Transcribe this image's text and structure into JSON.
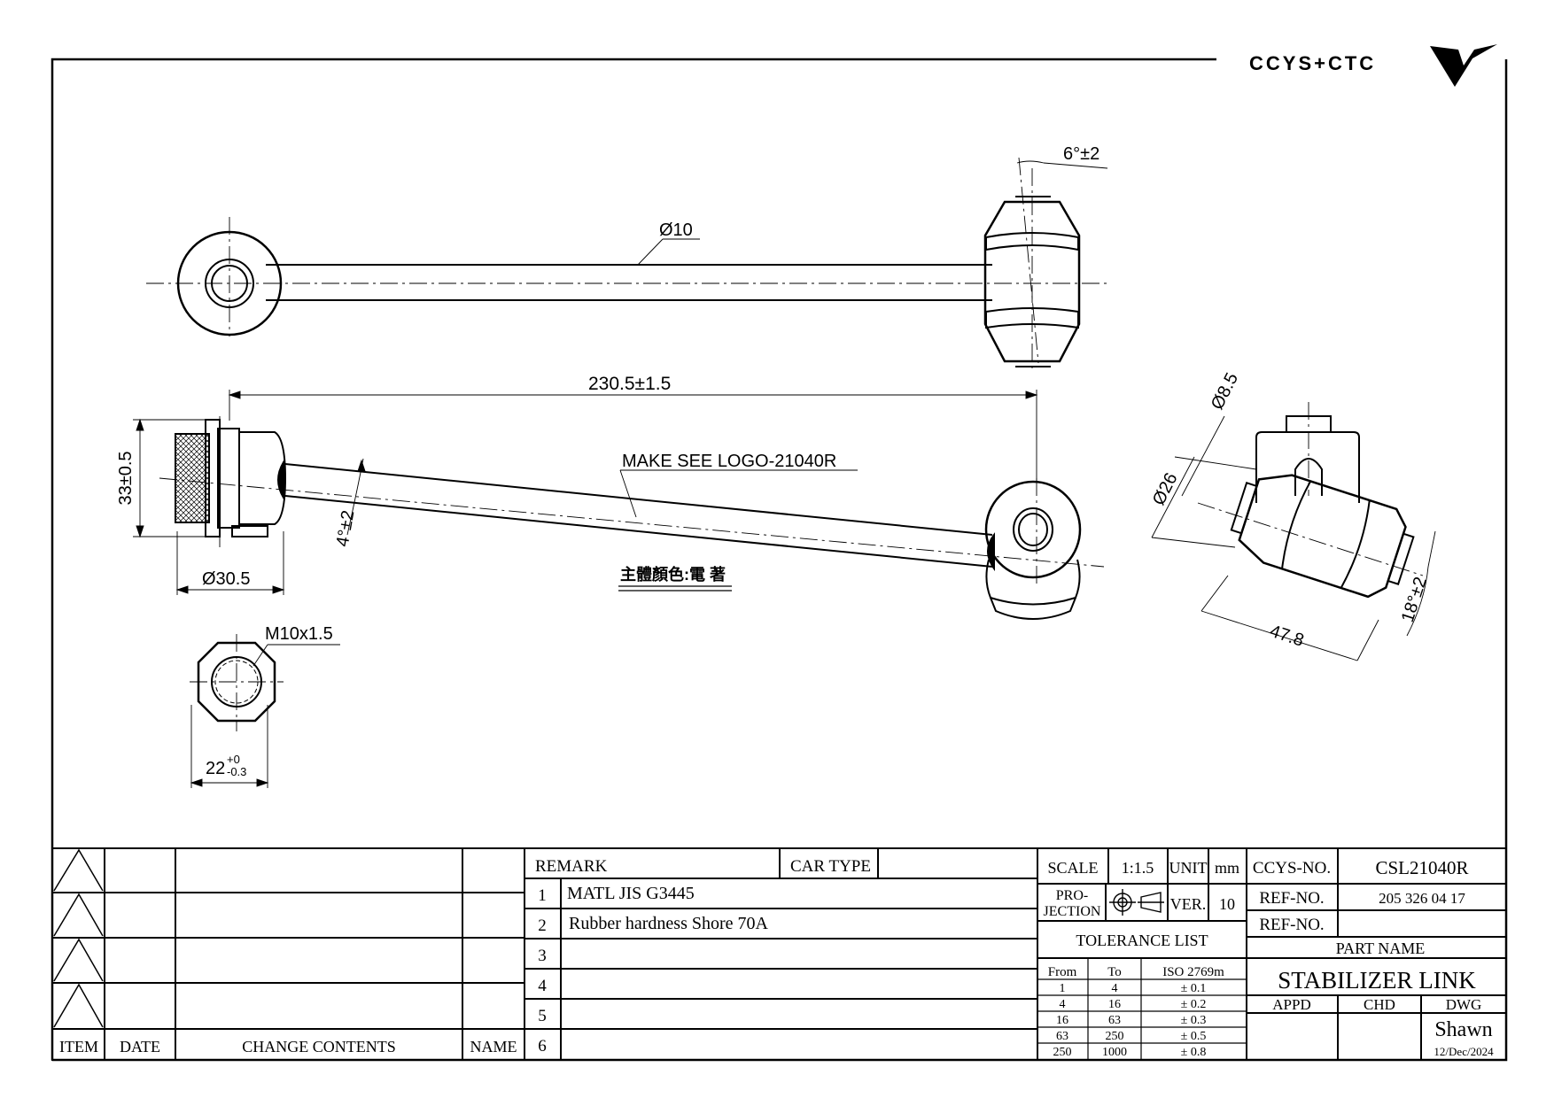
{
  "logo": {
    "text": "CCYS+CTC"
  },
  "views": {
    "top": {
      "rod_diameter": "Ø10",
      "angle": "6°±2"
    },
    "side": {
      "overall_length": "230.5±1.5",
      "marking_note": "MAKE SEE LOGO-21040R",
      "bushing_height": "33±0.5",
      "angle": "4°±2",
      "bushing_diameter": "Ø30.5",
      "color_note": "主體顏色:電 著"
    },
    "nut": {
      "thread": "M10x1.5",
      "across_flats": "22",
      "tol_upper": "+0",
      "tol_lower": "-0.3"
    },
    "detail": {
      "hole_diameter": "Ø8.5",
      "body_diameter": "Ø26",
      "length": "47.8",
      "angle": "18°±2"
    }
  },
  "revision_block": {
    "headers": {
      "item": "ITEM",
      "date": "DATE",
      "change": "CHANGE CONTENTS",
      "name": "NAME"
    },
    "rows": 4
  },
  "remarks": {
    "header": "REMARK",
    "car_type_label": "CAR TYPE",
    "car_type_value": "",
    "items": [
      {
        "no": "1",
        "text": "MATL JIS G3445"
      },
      {
        "no": "2",
        "text": "Rubber hardness Shore 70A"
      },
      {
        "no": "3",
        "text": ""
      },
      {
        "no": "4",
        "text": ""
      },
      {
        "no": "5",
        "text": ""
      },
      {
        "no": "6",
        "text": ""
      }
    ]
  },
  "title_block": {
    "scale_label": "SCALE",
    "scale_value": "1:1.5",
    "unit_label": "UNIT",
    "unit_value": "mm",
    "projection_label_1": "PRO-",
    "projection_label_2": "JECTION",
    "ver_label": "VER.",
    "ver_value": "10",
    "tolerance_title": "TOLERANCE LIST",
    "tolerance_headers": [
      "From",
      "To",
      "ISO 2769m"
    ],
    "tolerance_rows": [
      [
        "1",
        "4",
        "± 0.1"
      ],
      [
        "4",
        "16",
        "± 0.2"
      ],
      [
        "16",
        "63",
        "± 0.3"
      ],
      [
        "63",
        "250",
        "± 0.5"
      ],
      [
        "250",
        "1000",
        "± 0.8"
      ]
    ],
    "ccys_no_label": "CCYS-NO.",
    "ccys_no_value": "CSL21040R",
    "ref_no_label": "REF-NO.",
    "ref_no_value_1": "205 326 04 17",
    "ref_no_value_2": "",
    "part_name_label": "PART NAME",
    "part_name_value": "STABILIZER LINK",
    "appd_label": "APPD",
    "chd_label": "CHD",
    "dwg_label": "DWG",
    "drawn_by": "Shawn",
    "date": "12/Dec/2024"
  }
}
